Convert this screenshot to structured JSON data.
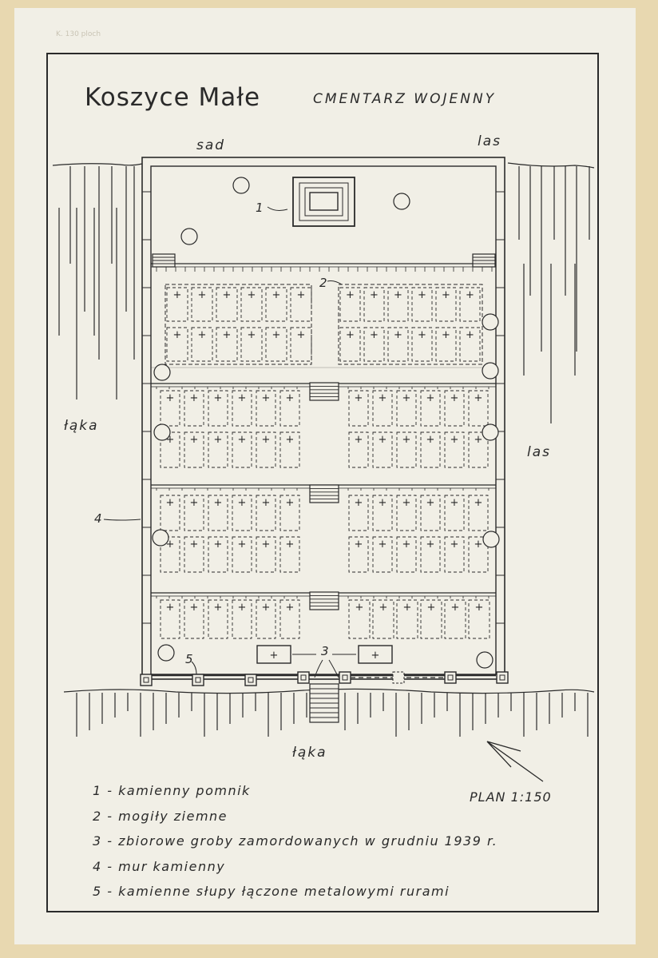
{
  "header": {
    "corner_note": "K. 130 ploch"
  },
  "title": {
    "place": "Koszyce Małe",
    "subtitle": "CMENTARZ WOJENNY"
  },
  "surroundings": {
    "top_left": "sad",
    "top_right": "las",
    "left": "łąka",
    "right": "las",
    "bottom": "łąka"
  },
  "callouts": {
    "monument": "1",
    "graves": "2",
    "mass_graves": "3",
    "wall": "4",
    "posts": "5"
  },
  "cross_symbol": "+",
  "scale": "PLAN 1:150",
  "legend": [
    "1 - kamienny pomnik",
    "2 - mogiły ziemne",
    "3 - zbiorowe groby zamordowanych w grudniu 1939 r.",
    "4 - mur kamienny",
    "5 - kamienne słupy łączone metalowymi rurami"
  ],
  "colors": {
    "ink": "#2a2a2a",
    "paper": "#f1efe6",
    "border": "#e8d8b0"
  }
}
